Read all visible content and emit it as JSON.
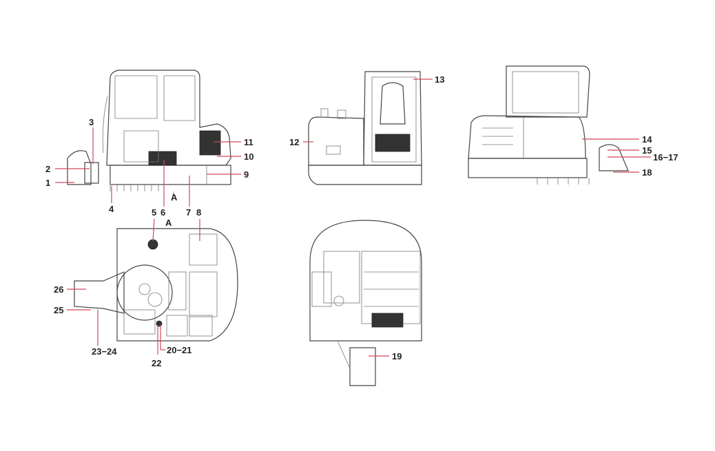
{
  "diagram": {
    "callouts": [
      {
        "id": "1",
        "label": "1"
      },
      {
        "id": "2",
        "label": "2"
      },
      {
        "id": "3",
        "label": "3"
      },
      {
        "id": "4",
        "label": "4"
      },
      {
        "id": "5",
        "label": "5"
      },
      {
        "id": "6",
        "label": "6"
      },
      {
        "id": "7",
        "label": "7"
      },
      {
        "id": "8",
        "label": "8"
      },
      {
        "id": "9",
        "label": "9"
      },
      {
        "id": "10",
        "label": "10"
      },
      {
        "id": "11",
        "label": "11"
      },
      {
        "id": "12",
        "label": "12"
      },
      {
        "id": "13",
        "label": "13"
      },
      {
        "id": "14",
        "label": "14"
      },
      {
        "id": "15",
        "label": "15"
      },
      {
        "id": "16-17",
        "label": "16−17"
      },
      {
        "id": "18",
        "label": "18"
      },
      {
        "id": "19",
        "label": "19"
      },
      {
        "id": "20-21",
        "label": "20−21"
      },
      {
        "id": "22",
        "label": "22"
      },
      {
        "id": "23-24",
        "label": "23−24"
      },
      {
        "id": "25",
        "label": "25"
      },
      {
        "id": "26",
        "label": "26"
      }
    ],
    "section_marker": "A",
    "section_view_label": "A",
    "accent_color": "#d0485a"
  }
}
